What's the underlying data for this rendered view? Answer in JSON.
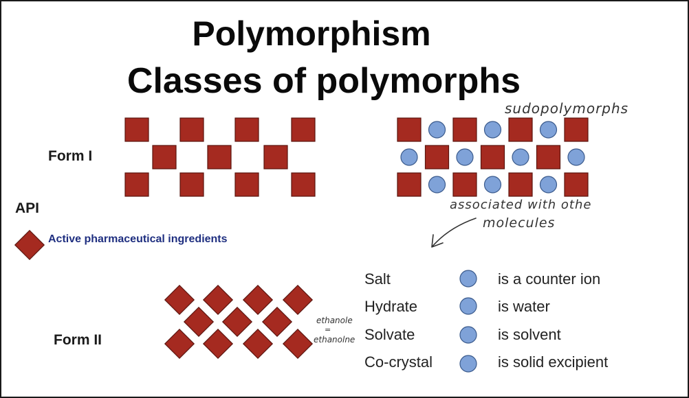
{
  "slide": {
    "title_line1": "Polymorphism",
    "title_line2": "Classes of polymorphs",
    "form1_label": "Form I",
    "form2_label": "Form II",
    "api_label": "API",
    "api_desc": "Active pharmaceutical ingredients",
    "annotations": {
      "pseudopolymorphs": "sudopolymorphs",
      "associated": "associated  with othe",
      "molecules": "molecules",
      "ethanol1": "ethanole",
      "equals": "=",
      "ethanol2": "ethanolne"
    },
    "legend": [
      {
        "term": "Salt",
        "desc": "is a counter ion"
      },
      {
        "term": "Hydrate",
        "desc": "is water"
      },
      {
        "term": "Solvate",
        "desc": "is solvent"
      },
      {
        "term": "Co-crystal",
        "desc": "is solid excipient"
      }
    ]
  },
  "colors": {
    "square_fill": "#a52a20",
    "square_stroke": "#5a140e",
    "circle_fill": "#7fa2d8",
    "circle_stroke": "#3a5a8c",
    "api_text": "#1f2f80"
  }
}
